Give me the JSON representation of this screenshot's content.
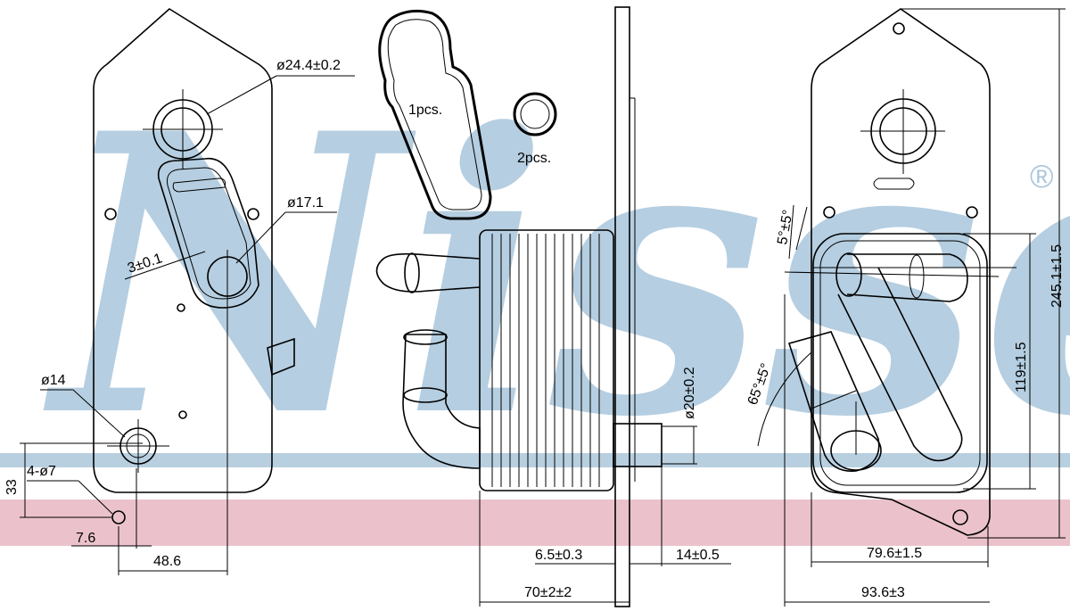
{
  "brand": {
    "watermark": "Nissens",
    "registered_mark": "®",
    "colors": {
      "watermark_blue": "#a9c6dc",
      "band_blue": "#b8cfe0",
      "band_pink": "#e8b7c3",
      "ink": "#000000"
    }
  },
  "parts": {
    "gasket_large_qty": "1pcs.",
    "gasket_small_qty": "2pcs."
  },
  "dimensions": {
    "port_dia_large": "ø24.4±0.2",
    "port_dia_medium": "ø17.1",
    "gasket_thickness": "3±0.1",
    "port_dia_small": "ø14",
    "mount_holes": "4-ø7",
    "offset_vertical": "33",
    "offset_horizontal": "7.6",
    "hole_spacing": "48.6",
    "pipe_dia": "ø20±0.2",
    "flange_thickness": "6.5±0.3",
    "pipe_length": "14±0.5",
    "core_width": "70±2±2",
    "angle_small": "5°±5°",
    "angle_large": "65°±5°",
    "height_total": "245.1±1.5",
    "height_ports": "119±1.5",
    "width_inner": "79.6±1.5",
    "width_total": "93.6±3"
  }
}
